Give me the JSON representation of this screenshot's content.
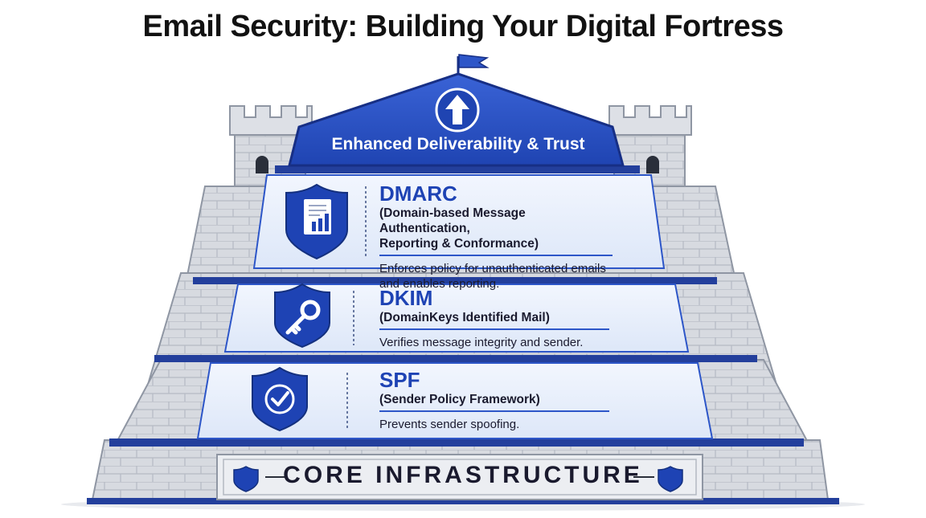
{
  "title": "Email Security: Building Your Digital Fortress",
  "top": {
    "label": "Enhanced Deliverability & Trust",
    "icon": "up-arrow-icon"
  },
  "layers": [
    {
      "name": "DMARC",
      "full_name_lines": [
        "(Domain-based Message Authentication,",
        "Reporting & Conformance)"
      ],
      "description_lines": [
        "Enforces policy for unauthenticated emails",
        "and enables reporting."
      ],
      "icon": "document-chart-shield-icon"
    },
    {
      "name": "DKIM",
      "full_name_lines": [
        "(DomainKeys Identified Mail)"
      ],
      "description_lines": [
        "Verifies message integrity and sender."
      ],
      "icon": "key-shield-icon"
    },
    {
      "name": "SPF",
      "full_name_lines": [
        "(Sender Policy Framework)"
      ],
      "description_lines": [
        "Prevents sender spoofing."
      ],
      "icon": "checkmark-shield-icon"
    }
  ],
  "base": {
    "label": "CORE INFRASTRUCTURE",
    "icon": "shield-icon"
  },
  "colors": {
    "accent_blue": "#2d56c8",
    "dark_blue": "#1e3a96",
    "panel_fill": "#e6eefb",
    "stone": "#d9dce2",
    "stone_dark": "#aeb3bd"
  }
}
